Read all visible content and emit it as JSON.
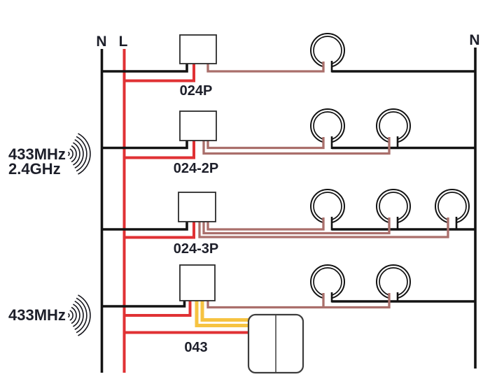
{
  "diagram": {
    "kind": "wiring-diagram",
    "description": "Four wireless relay/dimmer modules wired between neutral and live buses driving lamp loads"
  },
  "bus": {
    "left_neutral_label": "N",
    "live_label": "L",
    "right_neutral_label": "N"
  },
  "radio": [
    {
      "lines": [
        "433MHz",
        "2.4GHz"
      ]
    },
    {
      "lines": [
        "433MHz"
      ]
    }
  ],
  "rows": [
    {
      "model": "024P",
      "lamp_count": 1,
      "channels": 1,
      "has_wall_switch": false
    },
    {
      "model": "024-2P",
      "lamp_count": 2,
      "channels": 2,
      "has_wall_switch": false
    },
    {
      "model": "024-3P",
      "lamp_count": 3,
      "channels": 3,
      "has_wall_switch": false
    },
    {
      "model": "043",
      "lamp_count": 2,
      "channels": 1,
      "has_wall_switch": true
    }
  ],
  "wall_switch": {
    "gangs": 2
  },
  "colors": {
    "neutral": "#131313",
    "live": "#e03134",
    "load": "#aa6f6b",
    "dim": "#f6c341",
    "text": "#1d1f2a"
  }
}
